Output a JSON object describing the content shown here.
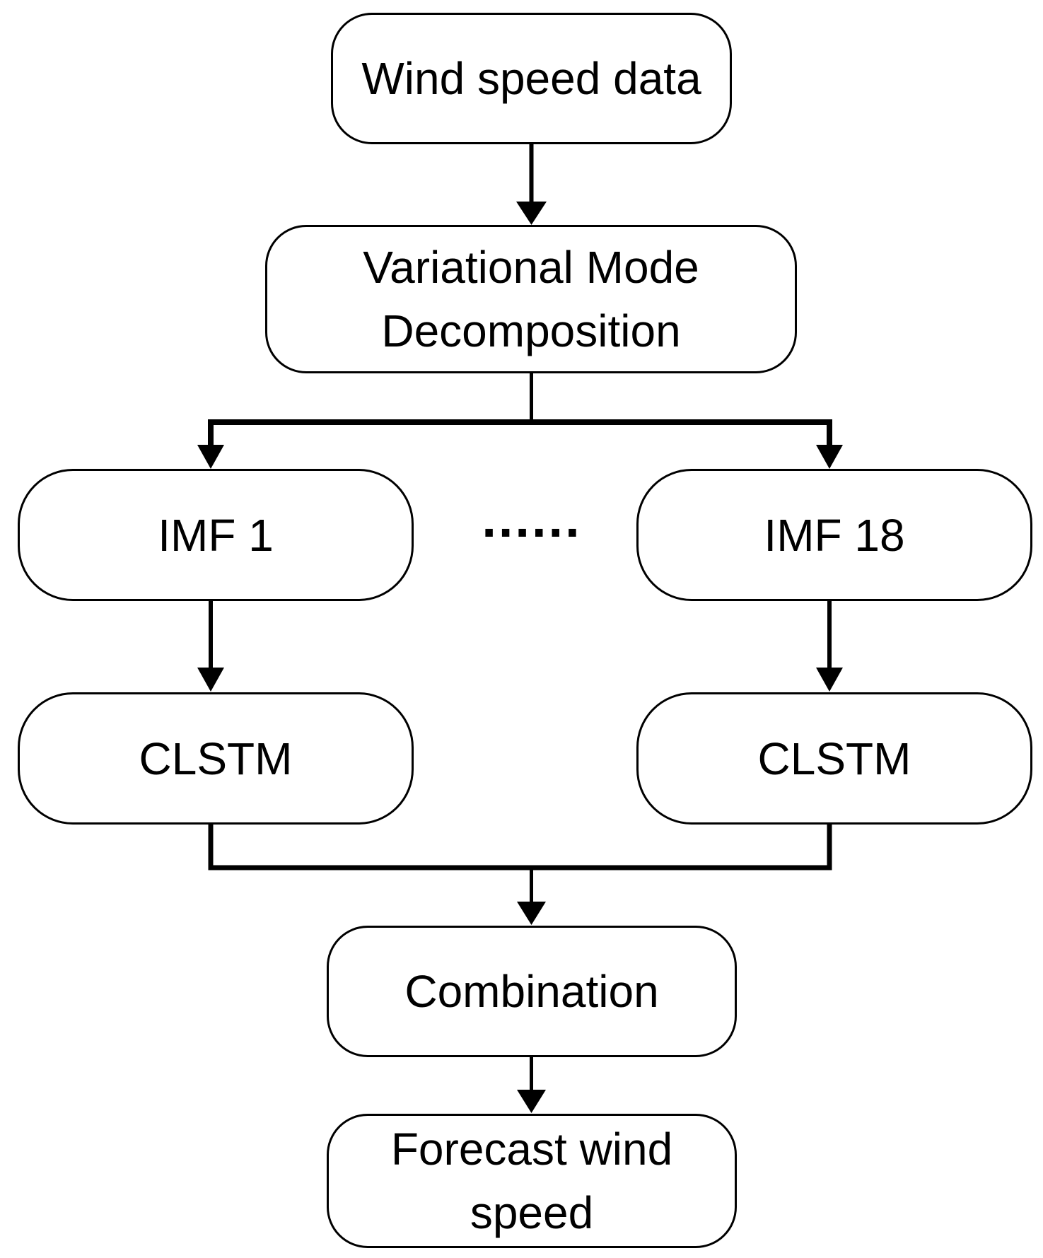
{
  "diagram": {
    "type": "flowchart",
    "ink_color": "#000000",
    "background_color": "#ffffff"
  },
  "nodes": {
    "wind_speed_data": {
      "label": "Wind speed data"
    },
    "vmd": {
      "lines": [
        "Variational Mode",
        "Decomposition"
      ]
    },
    "imf_1": {
      "label": "IMF 1"
    },
    "imf_18": {
      "label": "IMF 18"
    },
    "clstm_left": {
      "label": "CLSTM"
    },
    "clstm_right": {
      "label": "CLSTM"
    },
    "combination": {
      "label": "Combination"
    },
    "forecast": {
      "lines": [
        "Forecast wind",
        "speed"
      ]
    }
  },
  "ellipsis": {
    "label": "......"
  },
  "edges": [
    {
      "from": "wind_speed_data",
      "to": "vmd"
    },
    {
      "from": "vmd",
      "to": "imf_1"
    },
    {
      "from": "vmd",
      "to": "imf_18"
    },
    {
      "from": "imf_1",
      "to": "clstm_left"
    },
    {
      "from": "imf_18",
      "to": "clstm_right"
    },
    {
      "from": "clstm_left",
      "to": "combination"
    },
    {
      "from": "clstm_right",
      "to": "combination"
    },
    {
      "from": "combination",
      "to": "forecast"
    }
  ]
}
